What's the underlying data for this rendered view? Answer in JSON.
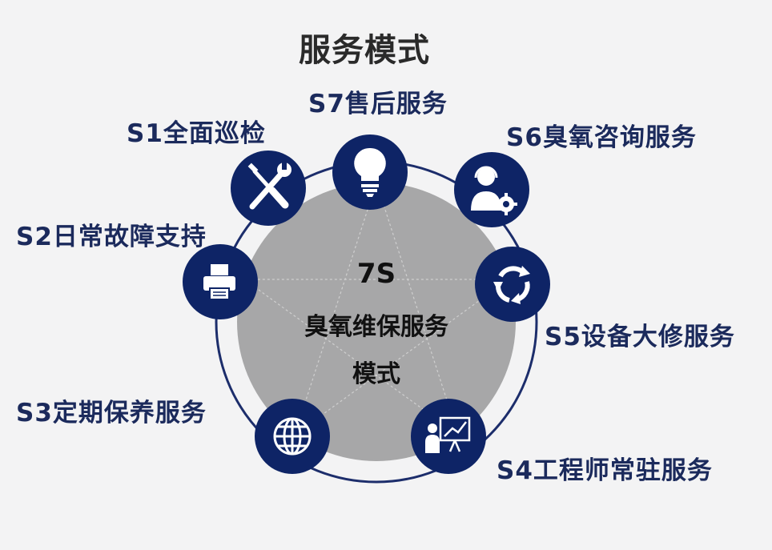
{
  "title": "服务模式",
  "center": {
    "line1": "7S",
    "line2": "臭氧维保服务",
    "line3": "模式"
  },
  "colors": {
    "navy": "#0e2466",
    "disc": "#a7a7a8",
    "text": "#1b2a5c"
  },
  "services": [
    {
      "label": "S1全面巡检",
      "icon": "wrench-screwdriver-icon"
    },
    {
      "label": "S2日常故障支持",
      "icon": "printer-icon"
    },
    {
      "label": "S3定期保养服务",
      "icon": "globe-icon"
    },
    {
      "label": "S4工程师常驻服务",
      "icon": "presentation-chart-icon"
    },
    {
      "label": "S5设备大修服务",
      "icon": "recycle-arrows-icon"
    },
    {
      "label": "S6臭氧咨询服务",
      "icon": "headset-gear-icon"
    },
    {
      "label": "S7售后服务",
      "icon": "lightbulb-icon"
    }
  ]
}
